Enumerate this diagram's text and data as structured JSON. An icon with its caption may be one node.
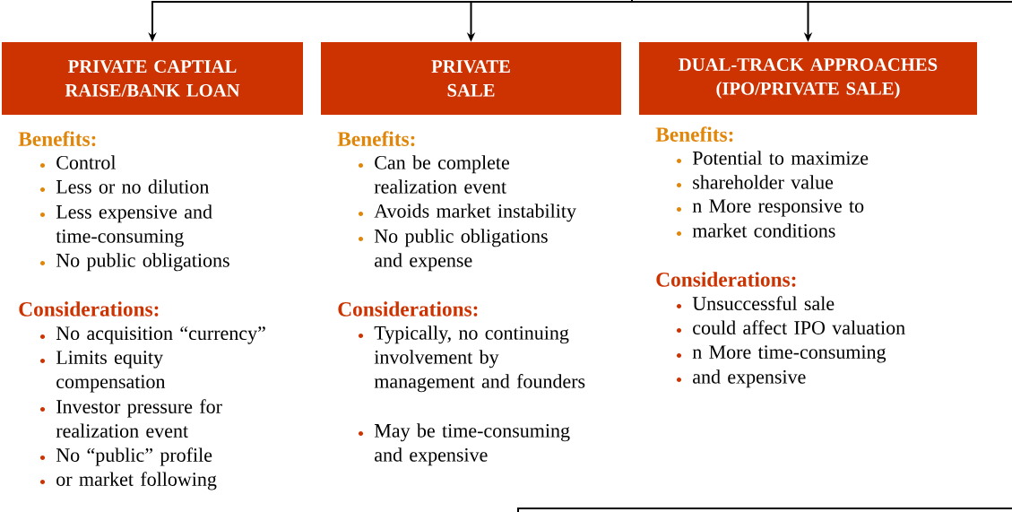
{
  "diagram": {
    "nodes": [
      {
        "text": [
          "PRIVATE CAPTIAL RAISE/BANK LOAN"
        ]
      },
      {
        "text": [
          "PRIVATE SALE"
        ]
      },
      {
        "text": [
          "DUAL-TRACK APPROACHES (IPO/PRIVATE SALE)"
        ]
      },
      {
        "text": [],
        "shape": "box"
      }
    ],
    "edges": [
      {
        "from": null,
        "to": 0,
        "arrow": "to"
      },
      {
        "from": null,
        "to": 1,
        "arrow": "to"
      },
      {
        "from": null,
        "to": 2,
        "arrow": "to"
      }
    ],
    "labels": [
      "Benefits:",
      "Control",
      "Less or no dilution",
      "Less expensive and time-consuming",
      "No public obligations",
      "Considerations:",
      "No acquisition “currency”",
      "Limits equity compensation",
      "Investor pressure for realization event",
      "No “public” profile",
      "or market following",
      "Benefits:",
      "Can be complete realization event",
      "Avoids market instability",
      "No public obligations and expense",
      "Considerations:",
      "Typically, no continuing involvement by management and founders",
      "May be time-consuming and expensive",
      "Benefits:",
      "Potential to maximize",
      "shareholder value",
      "n More responsive to",
      "market conditions",
      "Considerations:",
      "Unsuccessful sale",
      "could affect IPO valuation",
      "n More time-consuming",
      "and expensive"
    ]
  }
}
